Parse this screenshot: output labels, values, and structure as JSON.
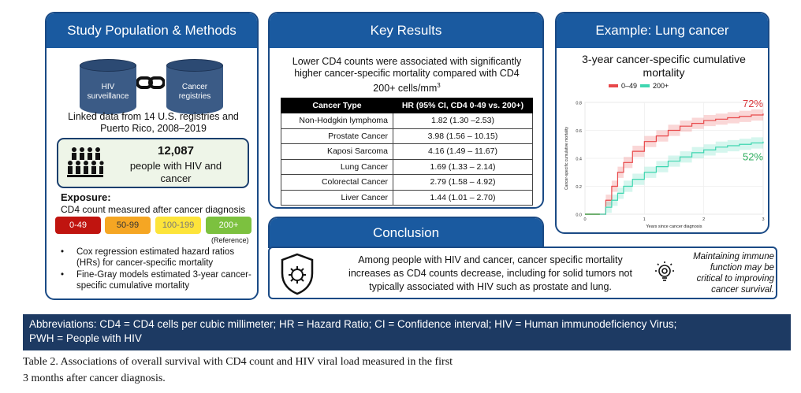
{
  "left": {
    "header": "Study Population & Methods",
    "db1": [
      "HIV",
      "surveillance"
    ],
    "db2": [
      "Cancer",
      "registries"
    ],
    "linked": [
      "Linked data from 14 U.S. registries and",
      "Puerto Rico, 2008–2019"
    ],
    "count_num": "12,087",
    "count_label": [
      "people with HIV and",
      "cancer"
    ],
    "exposure_title": "Exposure:",
    "exposure_sub": "CD4 count measured after cancer diagnosis",
    "categories": [
      {
        "label": "0-49",
        "color": "#c0140f",
        "text_color": "#ffffff"
      },
      {
        "label": "50-99",
        "color": "#f5a623",
        "text_color": "#333333"
      },
      {
        "label": "100-199",
        "color": "#fde43a",
        "text_color": "#777777"
      },
      {
        "label": "200+",
        "color": "#7cc13f",
        "text_color": "#ffffff"
      }
    ],
    "reference": "(Reference)",
    "bullets": [
      "Cox regression estimated hazard ratios (HRs) for cancer-specific mortality",
      "Fine-Gray models estimated 3-year cancer-specific cumulative mortality"
    ]
  },
  "mid": {
    "header": "Key Results",
    "intro": [
      "Lower CD4 counts were associated with significantly",
      "higher cancer-specific mortality compared with CD4",
      "200+ cells/mm"
    ],
    "intro_sup": "3",
    "table_headers": [
      "Cancer Type",
      "HR (95% CI, CD4 0-49 vs. 200+)"
    ],
    "rows": [
      [
        "Non-Hodgkin lymphoma",
        "1.82 (1.30 –2.53)"
      ],
      [
        "Prostate Cancer",
        "3.98 (1.56 – 10.15)"
      ],
      [
        "Kaposi Sarcoma",
        "4.16 (1.49 – 11.67)"
      ],
      [
        "Lung Cancer",
        "1.69 (1.33 – 2.14)"
      ],
      [
        "Colorectal Cancer",
        "2.79 (1.58 – 4.92)"
      ],
      [
        "Liver Cancer",
        "1.44 (1.01 – 2.70)"
      ]
    ]
  },
  "right": {
    "header": "Example: Lung cancer",
    "title": [
      "3-year cancer-specific cumulative",
      "mortality"
    ],
    "legend": [
      {
        "name": "0–49",
        "color": "#e8484a"
      },
      {
        "name": "200+",
        "color": "#3fd6b0"
      }
    ],
    "ylabel": "Cancer-specific cumulative mortality",
    "xlabel": "Years since cancer diagnosis",
    "yticks": [
      "0.0",
      "0.2",
      "0.4",
      "0.6",
      "0.8"
    ],
    "xticks": [
      "0",
      "1",
      "2",
      "3"
    ],
    "label_low": "72%",
    "label_high": "52%"
  },
  "chart_data": {
    "type": "line",
    "title": "3-year cancer-specific cumulative mortality",
    "xlabel": "Years since cancer diagnosis",
    "ylabel": "Cancer-specific cumulative mortality",
    "xlim": [
      0,
      3
    ],
    "ylim": [
      0,
      0.8
    ],
    "series": [
      {
        "name": "0–49",
        "color": "#e8484a",
        "x": [
          0,
          0.25,
          0.35,
          0.45,
          0.55,
          0.65,
          0.8,
          1.0,
          1.2,
          1.4,
          1.6,
          1.8,
          2.0,
          2.2,
          2.4,
          2.6,
          2.8,
          3.0
        ],
        "y": [
          0.0,
          0.0,
          0.1,
          0.2,
          0.3,
          0.37,
          0.45,
          0.52,
          0.56,
          0.6,
          0.63,
          0.65,
          0.67,
          0.68,
          0.69,
          0.7,
          0.71,
          0.72
        ]
      },
      {
        "name": "200+",
        "color": "#3fd6b0",
        "x": [
          0,
          0.25,
          0.35,
          0.45,
          0.55,
          0.65,
          0.8,
          1.0,
          1.2,
          1.4,
          1.6,
          1.8,
          2.0,
          2.2,
          2.4,
          2.6,
          2.8,
          3.0
        ],
        "y": [
          0.0,
          0.0,
          0.05,
          0.1,
          0.15,
          0.2,
          0.25,
          0.3,
          0.34,
          0.38,
          0.41,
          0.44,
          0.46,
          0.48,
          0.49,
          0.5,
          0.51,
          0.52
        ]
      }
    ],
    "annotations": [
      "72%",
      "52%"
    ]
  },
  "conclusion": {
    "header": "Conclusion",
    "text": [
      "Among people with HIV and cancer, cancer specific mortality",
      "increases as CD4 counts decrease, including for solid tumors not",
      "typically associated with HIV such as prostate and lung."
    ],
    "note": [
      "Maintaining immune",
      "function may be",
      "critical to improving",
      "cancer survival."
    ]
  },
  "abbreviations": [
    "Abbreviations: CD4 = CD4 cells per cubic millimeter; HR = Hazard Ratio; CI = Confidence interval; HIV = Human immunodeficiency Virus;",
    "PWH = People with HIV"
  ],
  "caption": [
    "Table 2. Associations of overall survival with CD4 count and HIV viral load measured in the first",
    "3 months after cancer diagnosis."
  ]
}
